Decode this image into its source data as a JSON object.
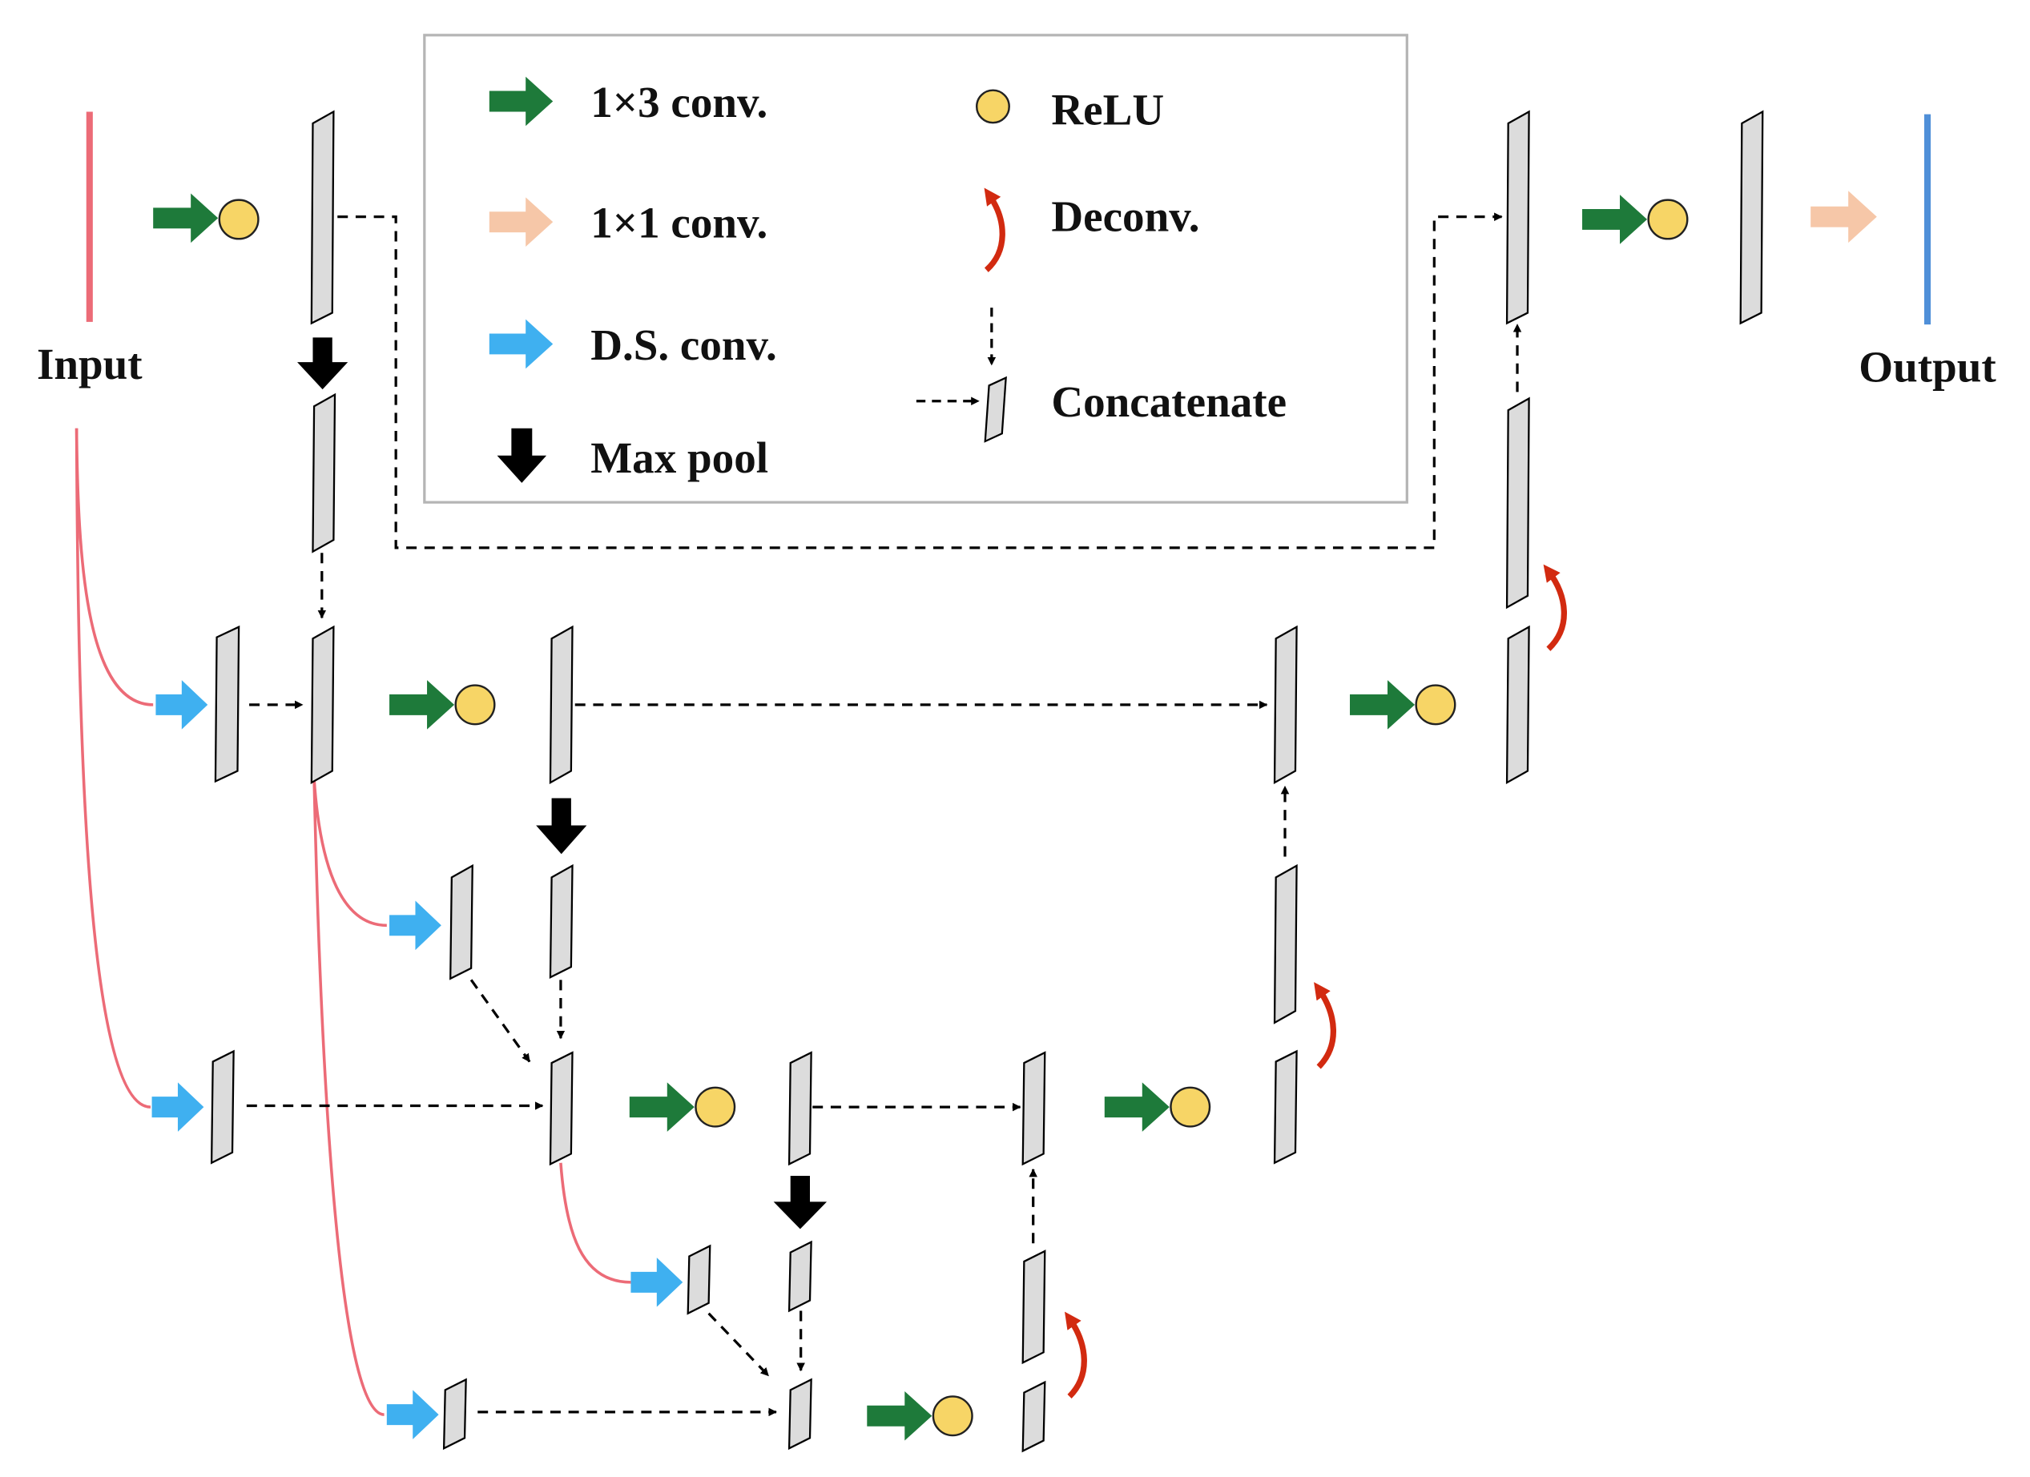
{
  "labels": {
    "input": "Input",
    "output": "Output"
  },
  "legend": {
    "items": [
      {
        "key": "conv13",
        "label": "1×3 conv.",
        "icon": "green-arrow-icon"
      },
      {
        "key": "conv11",
        "label": "1×1 conv.",
        "icon": "peach-arrow-icon"
      },
      {
        "key": "dsconv",
        "label": "D.S. conv.",
        "icon": "blue-arrow-icon"
      },
      {
        "key": "maxpool",
        "label": "Max pool",
        "icon": "black-down-arrow-icon"
      },
      {
        "key": "relu",
        "label": "ReLU",
        "icon": "yellow-circle-icon"
      },
      {
        "key": "deconv",
        "label": "Deconv.",
        "icon": "red-curved-arrow-icon"
      },
      {
        "key": "concat",
        "label": "Concatenate",
        "icon": "dashed-arrow-block-icon"
      }
    ]
  },
  "colors": {
    "conv13": "#1e7a3a",
    "conv11": "#f6c7a8",
    "dsconv": "#3fb0f0",
    "maxpool": "#000000",
    "relu": "#f7d566",
    "deconv": "#d22a10",
    "input_line": "#ec6b77",
    "output_line": "#4f8fd8",
    "block_fill": "#dcdcdc",
    "skip_curve": "#ec6b77"
  }
}
